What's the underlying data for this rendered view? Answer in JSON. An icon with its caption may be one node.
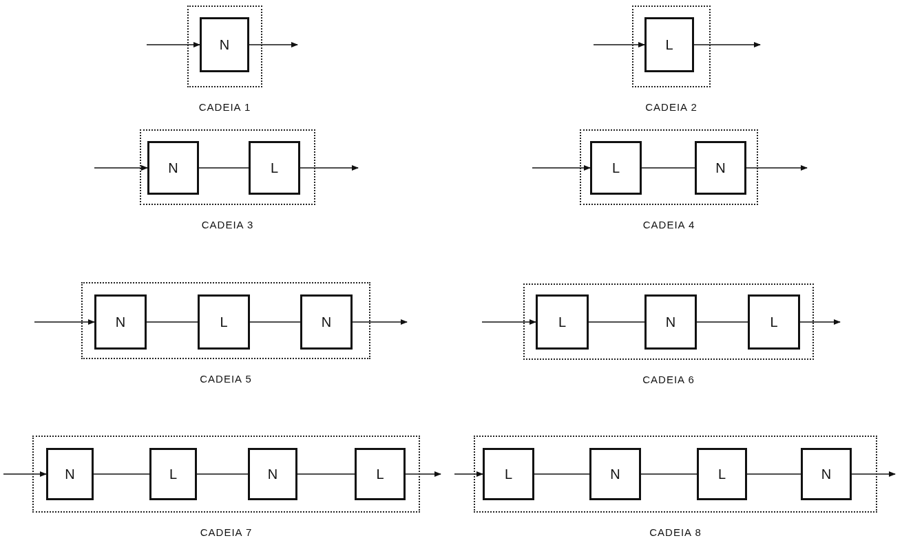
{
  "diagram": {
    "nodes": [
      {
        "text": [],
        "shape": "box",
        "beside": [
          "CADEIA 1"
        ]
      },
      {
        "text": [
          "N"
        ],
        "in": 0
      },
      {
        "text": [],
        "shape": "box",
        "beside": [
          "CADEIA 2"
        ]
      },
      {
        "text": [
          "L"
        ],
        "in": 2
      },
      {
        "text": [],
        "shape": "box",
        "beside": [
          "CADEIA 3"
        ]
      },
      {
        "text": [
          "N"
        ],
        "in": 4
      },
      {
        "text": [
          "L"
        ],
        "in": 4
      },
      {
        "text": [],
        "shape": "box",
        "beside": [
          "CADEIA 4"
        ]
      },
      {
        "text": [
          "L"
        ],
        "in": 7
      },
      {
        "text": [
          "N"
        ],
        "in": 7
      },
      {
        "text": [],
        "shape": "box",
        "beside": [
          "CADEIA 5"
        ]
      },
      {
        "text": [
          "N"
        ],
        "in": 10
      },
      {
        "text": [
          "L"
        ],
        "in": 10
      },
      {
        "text": [
          "N"
        ],
        "in": 10
      },
      {
        "text": [],
        "shape": "box",
        "beside": [
          "CADEIA 6"
        ]
      },
      {
        "text": [
          "L"
        ],
        "in": 14
      },
      {
        "text": [
          "N"
        ],
        "in": 14
      },
      {
        "text": [
          "L"
        ],
        "in": 14
      },
      {
        "text": [],
        "shape": "box",
        "beside": [
          "CADEIA 7"
        ]
      },
      {
        "text": [
          "N"
        ],
        "in": 18
      },
      {
        "text": [
          "L"
        ],
        "in": 18
      },
      {
        "text": [
          "N"
        ],
        "in": 18
      },
      {
        "text": [
          "L"
        ],
        "in": 18
      },
      {
        "text": [],
        "shape": "box",
        "beside": [
          "CADEIA 8"
        ]
      },
      {
        "text": [
          "L"
        ],
        "in": 23
      },
      {
        "text": [
          "N"
        ],
        "in": 23
      },
      {
        "text": [
          "L"
        ],
        "in": 23
      },
      {
        "text": [
          "N"
        ],
        "in": 23
      }
    ],
    "edges": [
      {
        "from": null,
        "to": 1,
        "arrow": "to"
      },
      {
        "from": 1,
        "to": null,
        "arrow": "to"
      },
      {
        "from": null,
        "to": 3,
        "arrow": "to"
      },
      {
        "from": 3,
        "to": null,
        "arrow": "to"
      },
      {
        "from": null,
        "to": 5,
        "arrow": "to"
      },
      {
        "from": 5,
        "to": 6,
        "arrow": "none"
      },
      {
        "from": 6,
        "to": null,
        "arrow": "to"
      },
      {
        "from": null,
        "to": 8,
        "arrow": "to"
      },
      {
        "from": 8,
        "to": 9,
        "arrow": "none"
      },
      {
        "from": 9,
        "to": null,
        "arrow": "to"
      },
      {
        "from": null,
        "to": 11,
        "arrow": "to"
      },
      {
        "from": 11,
        "to": 12,
        "arrow": "none"
      },
      {
        "from": 12,
        "to": 13,
        "arrow": "none"
      },
      {
        "from": 13,
        "to": null,
        "arrow": "to"
      },
      {
        "from": null,
        "to": 15,
        "arrow": "to"
      },
      {
        "from": 15,
        "to": 16,
        "arrow": "none"
      },
      {
        "from": 16,
        "to": 17,
        "arrow": "none"
      },
      {
        "from": 17,
        "to": null,
        "arrow": "to"
      },
      {
        "from": null,
        "to": 19,
        "arrow": "to"
      },
      {
        "from": 19,
        "to": 20,
        "arrow": "none"
      },
      {
        "from": 20,
        "to": 21,
        "arrow": "none"
      },
      {
        "from": 21,
        "to": 22,
        "arrow": "none"
      },
      {
        "from": 22,
        "to": null,
        "arrow": "to"
      },
      {
        "from": null,
        "to": 24,
        "arrow": "to"
      },
      {
        "from": 24,
        "to": 25,
        "arrow": "none"
      },
      {
        "from": 25,
        "to": 26,
        "arrow": "none"
      },
      {
        "from": 26,
        "to": 27,
        "arrow": "none"
      },
      {
        "from": 27,
        "to": null,
        "arrow": "to"
      }
    ]
  }
}
